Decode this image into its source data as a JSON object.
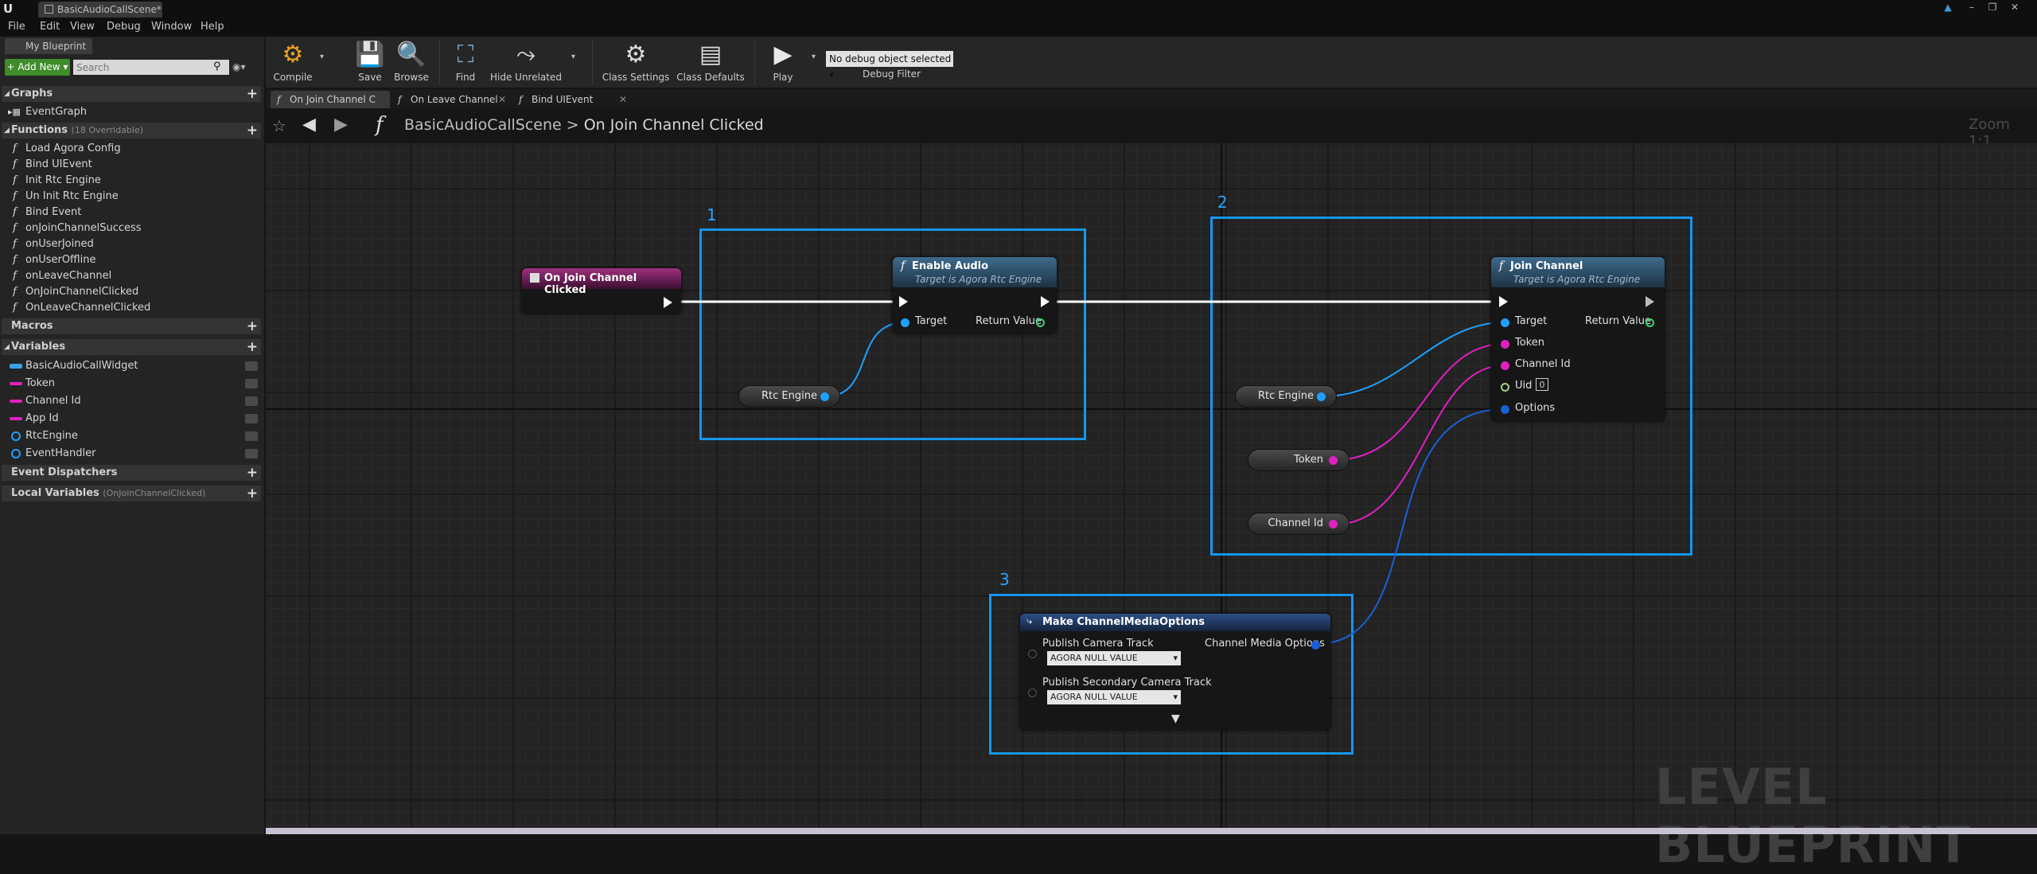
{
  "titlebar": {
    "app_logo": "U",
    "doc_tab": "BasicAudioCallScene*"
  },
  "menu": [
    "File",
    "Edit",
    "View",
    "Debug",
    "Window",
    "Help"
  ],
  "left_panel": {
    "tab": "My Blueprint",
    "add_new": "+ Add New ▾",
    "search_placeholder": "Search",
    "graphs": {
      "title": "Graphs",
      "items": [
        "EventGraph"
      ]
    },
    "functions": {
      "title": "Functions",
      "subtitle": "(18 Overridable)",
      "items": [
        "Load Agora Config",
        "Bind UIEvent",
        "Init Rtc Engine",
        "Un Init Rtc Engine",
        "Bind Event",
        "onJoinChannelSuccess",
        "onUserJoined",
        "onUserOffline",
        "onLeaveChannel",
        "OnJoinChannelClicked",
        "OnLeaveChannelClicked"
      ]
    },
    "macros": {
      "title": "Macros"
    },
    "variables": {
      "title": "Variables",
      "items": [
        {
          "name": "BasicAudioCallWidget",
          "color": "#3aa0e8"
        },
        {
          "name": "Token",
          "color": "#e020c0"
        },
        {
          "name": "Channel Id",
          "color": "#e020c0"
        },
        {
          "name": "App Id",
          "color": "#e020c0"
        },
        {
          "name": "RtcEngine",
          "color": "#1ea0ff"
        },
        {
          "name": "EventHandler",
          "color": "#1ea0ff"
        }
      ]
    },
    "event_dispatchers": {
      "title": "Event Dispatchers"
    },
    "local_variables": {
      "title": "Local Variables",
      "subtitle": "(OnJoinChannelClicked)"
    }
  },
  "toolbar": {
    "compile": "Compile",
    "save": "Save",
    "browse": "Browse",
    "find": "Find",
    "hide_unrelated": "Hide Unrelated",
    "class_settings": "Class Settings",
    "class_defaults": "Class Defaults",
    "play": "Play",
    "debug_select": "No debug object selected ▾",
    "debug_filter": "Debug Filter"
  },
  "graph_tabs": [
    "On Join Channel C",
    "On Leave Channel",
    "Bind UIEvent"
  ],
  "breadcrumb": {
    "root": "BasicAudioCallScene",
    "sep": ">",
    "current": "On Join Channel Clicked"
  },
  "zoom": "Zoom 1:1",
  "watermark": "LEVEL BLUEPRINT",
  "comments": [
    "1",
    "2",
    "3"
  ],
  "nodes": {
    "event": {
      "title": "On Join Channel Clicked"
    },
    "enable_audio": {
      "title": "Enable Audio",
      "subtitle": "Target is Agora Rtc Engine",
      "target": "Target",
      "ret": "Return Value"
    },
    "join_channel": {
      "title": "Join Channel",
      "subtitle": "Target is Agora Rtc Engine",
      "target": "Target",
      "ret": "Return Value",
      "token": "Token",
      "channel_id": "Channel Id",
      "uid": "Uid",
      "uid_value": "0",
      "options": "Options"
    },
    "rtc_engine_1": "Rtc Engine",
    "rtc_engine_2": "Rtc Engine",
    "token_var": "Token",
    "channel_id_var": "Channel Id",
    "make_options": {
      "title": "Make ChannelMediaOptions",
      "publish_camera": "Publish Camera Track",
      "publish_camera_value": "AGORA NULL VALUE",
      "publish_secondary": "Publish Secondary Camera Track",
      "publish_secondary_value": "AGORA NULL VALUE",
      "output": "Channel Media Options"
    }
  },
  "colors": {
    "comment": "#1596ef",
    "object_pin": "#1ea0ff",
    "string_pin": "#e020c0",
    "struct_pin": "#1a5fd6"
  }
}
